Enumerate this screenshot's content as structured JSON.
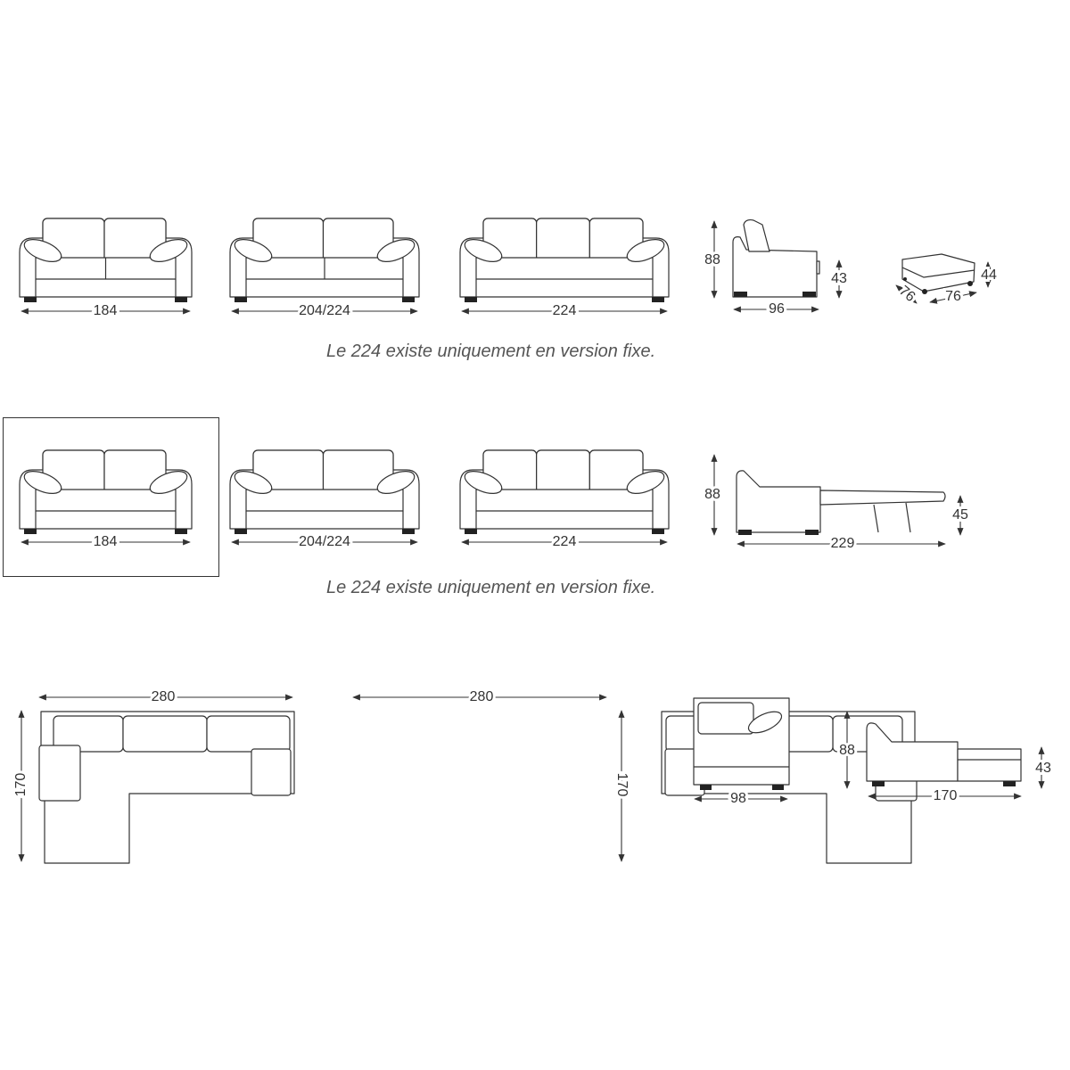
{
  "row1": {
    "sofa_2seat_width": "184",
    "sofa_25seat_width": "204/224",
    "sofa_3seat_width": "224",
    "side_height": "88",
    "side_seat_height": "43",
    "side_depth": "96",
    "ottoman_height": "44",
    "ottoman_depth": "76",
    "ottoman_width": "76",
    "caption": "Le 224 existe uniquement en version fixe."
  },
  "row2": {
    "sofa_2seat_width": "184",
    "sofa_25seat_width": "204/224",
    "sofa_3seat_width": "224",
    "bed_height": "88",
    "bed_mattress_height": "45",
    "bed_length": "229",
    "caption": "Le 224 existe uniquement en version fixe."
  },
  "row3": {
    "corner_left_width": "280",
    "corner_left_depth": "170",
    "corner_right_width": "280",
    "corner_right_depth": "170",
    "module_width": "98",
    "chaise_height": "88",
    "chaise_seat_height": "43",
    "chaise_length": "170"
  }
}
